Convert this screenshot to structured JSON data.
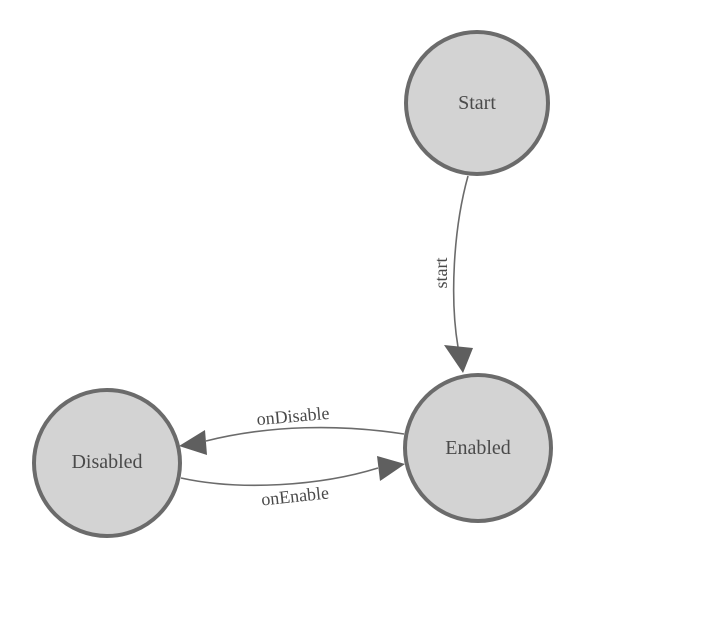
{
  "diagram": {
    "type": "state-machine",
    "colors": {
      "background": "#ffffff",
      "node_fill": "#d3d3d3",
      "node_stroke": "#6b6b6b",
      "edge_stroke": "#6b6b6b",
      "arrow_fill": "#5f5f5f",
      "label_text": "#4a4a4a"
    },
    "nodes": [
      {
        "id": "start",
        "label": "Start"
      },
      {
        "id": "enabled",
        "label": "Enabled"
      },
      {
        "id": "disabled",
        "label": "Disabled"
      }
    ],
    "edges": [
      {
        "from": "Start",
        "to": "Enabled",
        "label": "start"
      },
      {
        "from": "Enabled",
        "to": "Disabled",
        "label": "onDisable"
      },
      {
        "from": "Disabled",
        "to": "Enabled",
        "label": "onEnable"
      }
    ]
  }
}
